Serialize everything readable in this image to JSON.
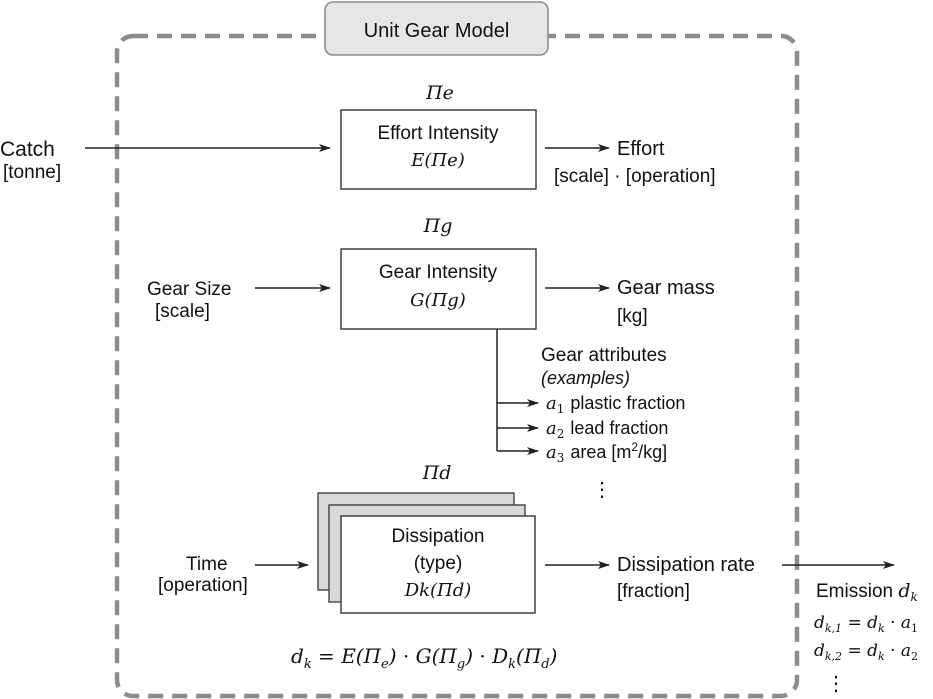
{
  "title": "Unit Gear Model",
  "params": {
    "effort": "Πe",
    "gear": "Πg",
    "dissipation": "Πd"
  },
  "effort_box": {
    "title": "Effort Intensity",
    "formula": "E(Πe)"
  },
  "gear_box": {
    "title": "Gear Intensity",
    "formula": "G(Πg)"
  },
  "dissipation_box": {
    "title": "Dissipation",
    "type_label": "(type)",
    "formula": "Dk(Πd)"
  },
  "inputs": {
    "catch": "Catch",
    "catch_unit": "[tonne]",
    "gear_size": "Gear Size",
    "gear_size_unit": "[scale]",
    "time": "Time",
    "time_unit": "[operation]"
  },
  "outputs": {
    "effort": "Effort",
    "effort_unit": "[scale] · [operation]",
    "gear_mass": "Gear mass",
    "gear_mass_unit": "[kg]",
    "dissipation_rate": "Dissipation rate",
    "dissipation_rate_unit": "[fraction]"
  },
  "attributes": {
    "heading": "Gear attributes",
    "subheading": "(examples)",
    "items": [
      {
        "symbol": "a1",
        "label": "plastic fraction"
      },
      {
        "symbol": "a2",
        "label": "lead fraction"
      },
      {
        "symbol": "a3",
        "label": "area [m2/kg]"
      }
    ],
    "ellipsis": "⋮"
  },
  "equation": "dk = E(Πe) · G(Πg) · Dk(Πd)",
  "emission": {
    "label": "Emission dk",
    "lines": [
      "dk,1 = dk · a1",
      "dk,2 = dk · a2"
    ],
    "ellipsis": "⋮"
  },
  "colors": {
    "frame": "#8c8c8c",
    "title_bg": "#e6e6e6",
    "stack_bg": "#d9d9d9",
    "ink": "#111111"
  }
}
